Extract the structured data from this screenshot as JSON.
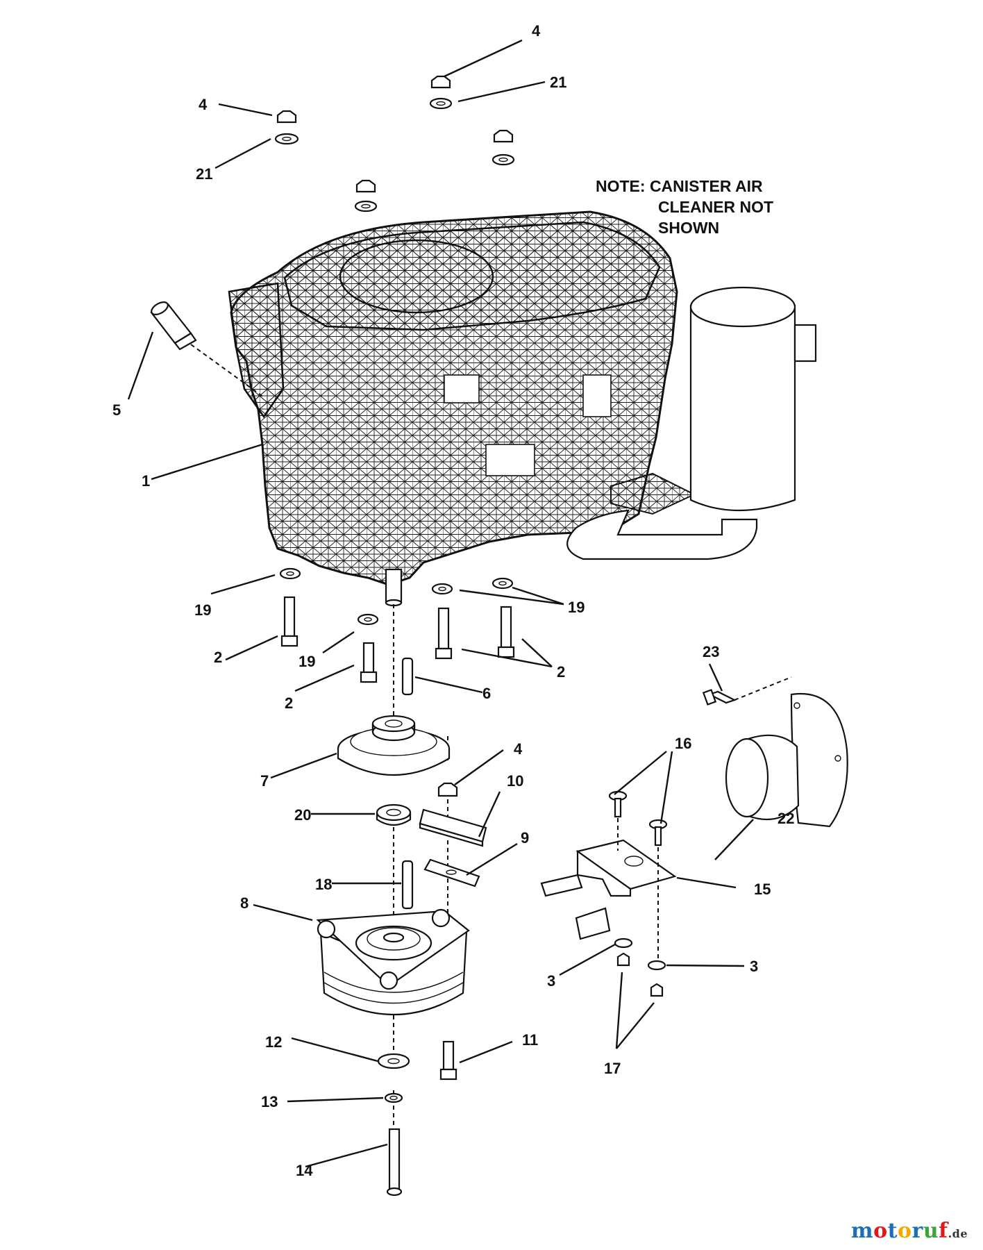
{
  "note": {
    "lines": [
      "NOTE:  CANISTER AIR",
      "CLEANER NOT",
      "SHOWN"
    ]
  },
  "callouts": {
    "c1": "1",
    "c2a": "2",
    "c2b": "2",
    "c2c": "2",
    "c3a": "3",
    "c3b": "3",
    "c4a": "4",
    "c4b": "4",
    "c4c": "4",
    "c5": "5",
    "c6": "6",
    "c7": "7",
    "c8": "8",
    "c9": "9",
    "c10": "10",
    "c11": "11",
    "c12": "12",
    "c13": "13",
    "c14": "14",
    "c15": "15",
    "c16": "16",
    "c17": "17",
    "c18": "18",
    "c19a": "19",
    "c19b": "19",
    "c19c": "19",
    "c20": "20",
    "c21a": "21",
    "c21b": "21",
    "c22": "22",
    "c23": "23"
  },
  "watermark": {
    "brand": "motoruf",
    "tld": ".de",
    "letter_colors": [
      "#1b6fb8",
      "#e2161b",
      "#1b6fb8",
      "#f5a800",
      "#1b6fb8",
      "#3aa535",
      "#e2161b"
    ]
  }
}
